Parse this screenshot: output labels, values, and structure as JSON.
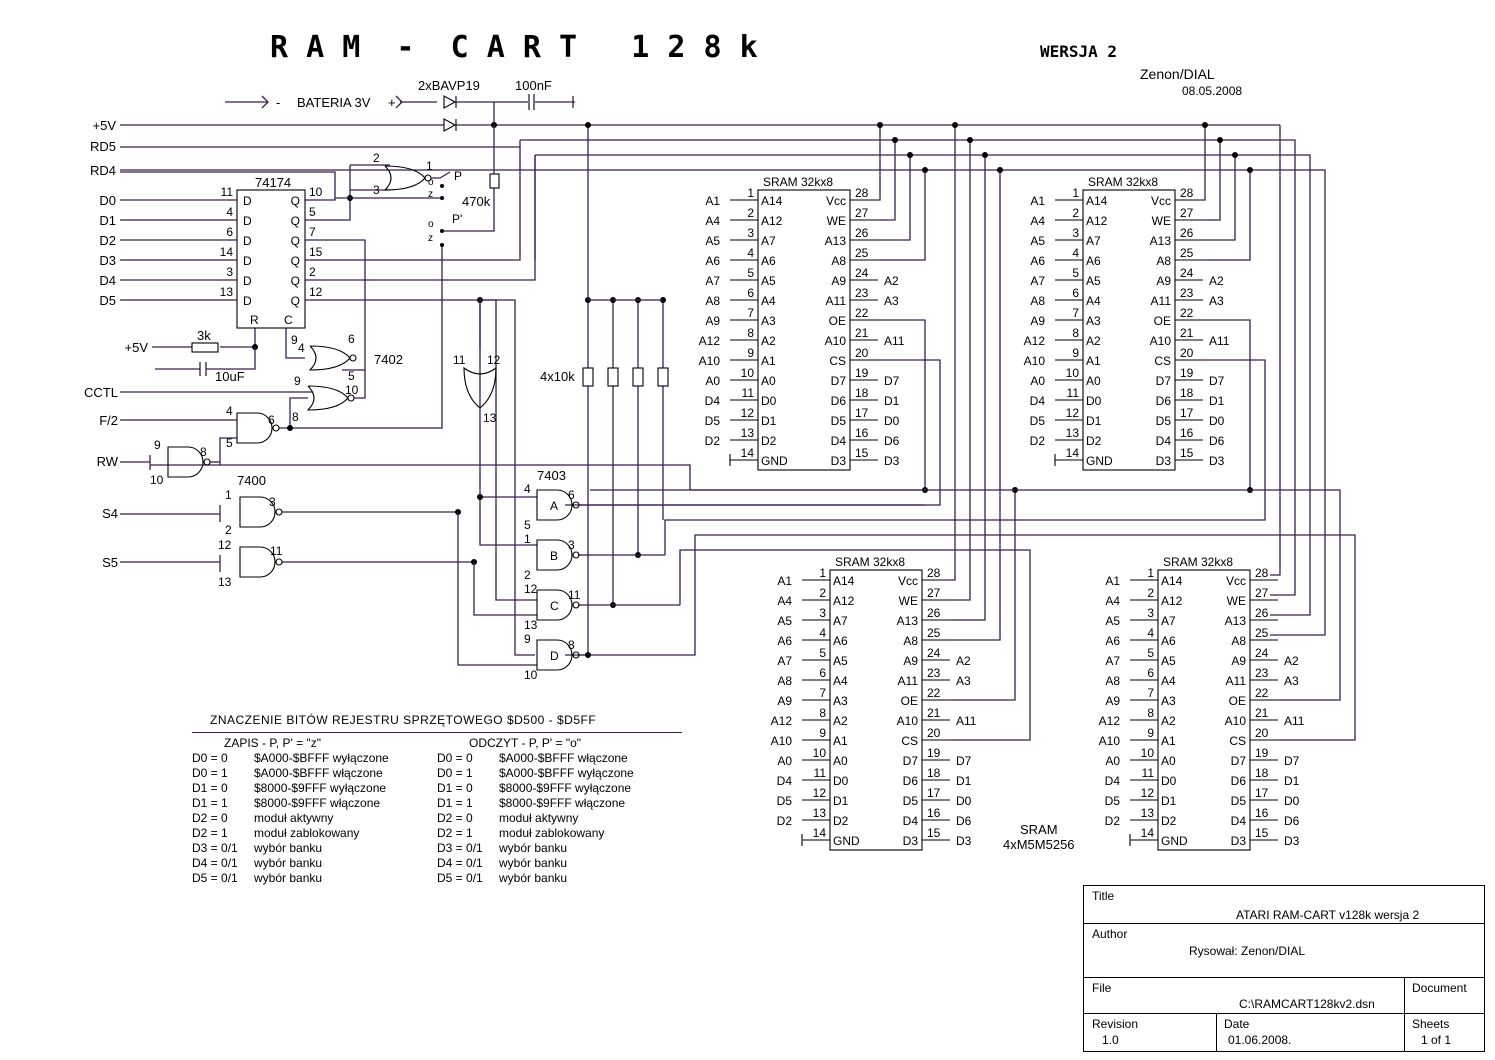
{
  "title": {
    "main": "R A M  -  C A R T   1 2 8 k",
    "version": "WERSJA 2",
    "author": "Zenon/DIAL",
    "date": "08.05.2008"
  },
  "power": {
    "battery": "BATERIA 3V",
    "battery_minus": "-",
    "battery_plus": "+",
    "diodes": "2xBAVP19",
    "cap": "100nF",
    "res": "470k",
    "vcc": "+5V"
  },
  "signals": {
    "left": [
      "+5V",
      "RD5",
      "RD4",
      "D0",
      "D1",
      "D2",
      "D3",
      "D4",
      "D5"
    ],
    "cctl": "CCTL",
    "f2": "F/2",
    "rw": "RW",
    "s4": "S4",
    "s5": "S5"
  },
  "chips": {
    "latch": "74174",
    "nor": "7402",
    "nand": "7400",
    "oc": "7403",
    "res_net": "4x10k",
    "res_3k": "3k",
    "cap_10u": "10uF",
    "sram": "SRAM 32kx8",
    "sram_note": "SRAM",
    "sram_note2": "4xM5M5256"
  },
  "switch": {
    "p": "P",
    "pp": "P'",
    "o": "o",
    "z": "z"
  },
  "sram_pins_left": [
    {
      "sig": "A1",
      "num": "1",
      "name": "A14"
    },
    {
      "sig": "A4",
      "num": "2",
      "name": "A12"
    },
    {
      "sig": "A5",
      "num": "3",
      "name": "A7"
    },
    {
      "sig": "A6",
      "num": "4",
      "name": "A6"
    },
    {
      "sig": "A7",
      "num": "5",
      "name": "A5"
    },
    {
      "sig": "A8",
      "num": "6",
      "name": "A4"
    },
    {
      "sig": "A9",
      "num": "7",
      "name": "A3"
    },
    {
      "sig": "A12",
      "num": "8",
      "name": "A2"
    },
    {
      "sig": "A10",
      "num": "9",
      "name": "A1"
    },
    {
      "sig": "A0",
      "num": "10",
      "name": "A0"
    },
    {
      "sig": "D4",
      "num": "11",
      "name": "D0"
    },
    {
      "sig": "D5",
      "num": "12",
      "name": "D1"
    },
    {
      "sig": "D2",
      "num": "13",
      "name": "D2"
    },
    {
      "sig": "",
      "num": "14",
      "name": "GND"
    }
  ],
  "sram_pins_right": [
    {
      "name": "Vcc",
      "num": "28",
      "sig": ""
    },
    {
      "name": "WE",
      "num": "27",
      "sig": ""
    },
    {
      "name": "A13",
      "num": "26",
      "sig": ""
    },
    {
      "name": "A8",
      "num": "25",
      "sig": ""
    },
    {
      "name": "A9",
      "num": "24",
      "sig": "A2"
    },
    {
      "name": "A11",
      "num": "23",
      "sig": "A3"
    },
    {
      "name": "OE",
      "num": "22",
      "sig": ""
    },
    {
      "name": "A10",
      "num": "21",
      "sig": "A11"
    },
    {
      "name": "CS",
      "num": "20",
      "sig": ""
    },
    {
      "name": "D7",
      "num": "19",
      "sig": "D7"
    },
    {
      "name": "D6",
      "num": "18",
      "sig": "D1"
    },
    {
      "name": "D5",
      "num": "17",
      "sig": "D0"
    },
    {
      "name": "D4",
      "num": "16",
      "sig": "D6"
    },
    {
      "name": "D3",
      "num": "15",
      "sig": "D3"
    }
  ],
  "notes": {
    "header": "ZNACZENIE   BITÓW   REJESTRU   SPRZĘTOWEGO  $D500 - $D5FF",
    "write_header": "ZAPIS  -  P, P' = \"z\"",
    "read_header": "ODCZYT  -  P, P' = \"o\"",
    "write": [
      {
        "bit": "D0 = 0",
        "text": "$A000-$BFFF wyłączone"
      },
      {
        "bit": "D0 = 1",
        "text": "$A000-$BFFF włączone"
      },
      {
        "bit": "D1 = 0",
        "text": "$8000-$9FFF wyłączone"
      },
      {
        "bit": "D1 = 1",
        "text": "$8000-$9FFF włączone"
      },
      {
        "bit": "D2 = 0",
        "text": "moduł aktywny"
      },
      {
        "bit": "D2 = 1",
        "text": "moduł zablokowany"
      },
      {
        "bit": "D3 = 0/1",
        "text": "wybór banku"
      },
      {
        "bit": "D4 = 0/1",
        "text": "wybór banku"
      },
      {
        "bit": "D5 = 0/1",
        "text": "wybór banku"
      }
    ],
    "read": [
      {
        "bit": "D0 = 0",
        "text": "$A000-$BFFF włączone"
      },
      {
        "bit": "D0 = 1",
        "text": "$A000-$BFFF wyłączone"
      },
      {
        "bit": "D1 = 0",
        "text": "$8000-$9FFF wyłączone"
      },
      {
        "bit": "D1 = 1",
        "text": "$8000-$9FFF włączone"
      },
      {
        "bit": "D2 = 0",
        "text": "moduł aktywny"
      },
      {
        "bit": "D2 = 1",
        "text": "moduł zablokowany"
      },
      {
        "bit": "D3 = 0/1",
        "text": "wybór banku"
      },
      {
        "bit": "D4 = 0/1",
        "text": "wybór banku"
      },
      {
        "bit": "D5 = 0/1",
        "text": "wybór banku"
      }
    ]
  },
  "title_block": {
    "title_label": "Title",
    "title_value": "ATARI   RAM-CART v128k  wersja 2",
    "author_label": "Author",
    "author_value": "Rysował:  Zenon/DIAL",
    "file_label": "File",
    "file_value": "C:\\RAMCART128kv2.dsn",
    "document_label": "Document",
    "revision_label": "Revision",
    "revision_value": "1.0",
    "date_label": "Date",
    "date_value": "01.06.2008.",
    "sheets_label": "Sheets",
    "sheets_value": "1 of 1"
  }
}
